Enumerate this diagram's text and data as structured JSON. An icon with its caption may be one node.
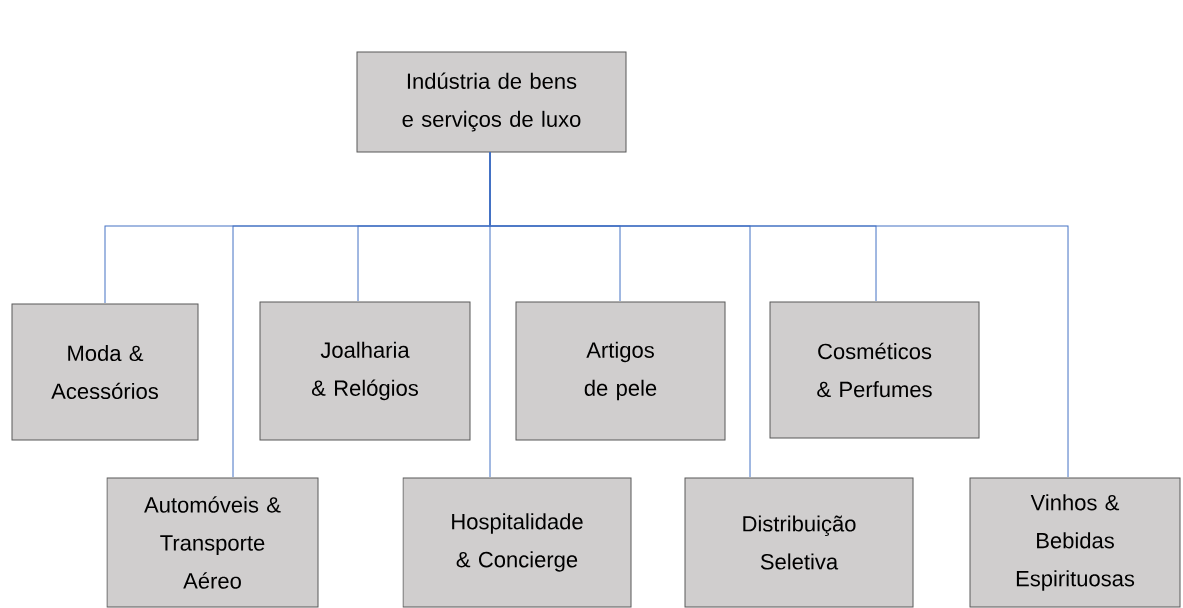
{
  "diagram": {
    "nodes": [
      {
        "text": [
          "Indústria de bens e serviços de luxo"
        ]
      },
      {
        "text": [
          "Moda & Acessórios"
        ]
      },
      {
        "text": [
          "Joalharia & Relógios"
        ]
      },
      {
        "text": [
          "Artigos de pele"
        ]
      },
      {
        "text": [
          "Cosméticos & Perfumes"
        ]
      },
      {
        "text": [
          "Automóveis & Transporte Aéreo"
        ]
      },
      {
        "text": [
          "Hospitalidade & Concierge"
        ]
      },
      {
        "text": [
          "Distribuição Seletiva"
        ]
      },
      {
        "text": [
          "Vinhos & Bebidas Espirituosas"
        ]
      }
    ],
    "edges": [
      {
        "from": 0,
        "to": 1,
        "arrow": "none"
      },
      {
        "from": 0,
        "to": 5,
        "arrow": "none"
      },
      {
        "from": 0,
        "to": 2,
        "arrow": "none"
      },
      {
        "from": 0,
        "to": 6,
        "arrow": "none"
      },
      {
        "from": 0,
        "to": 3,
        "arrow": "none"
      },
      {
        "from": 0,
        "to": 7,
        "arrow": "none"
      },
      {
        "from": 0,
        "to": 4,
        "arrow": "none"
      },
      {
        "from": 0,
        "to": 8,
        "arrow": "none"
      }
    ]
  }
}
